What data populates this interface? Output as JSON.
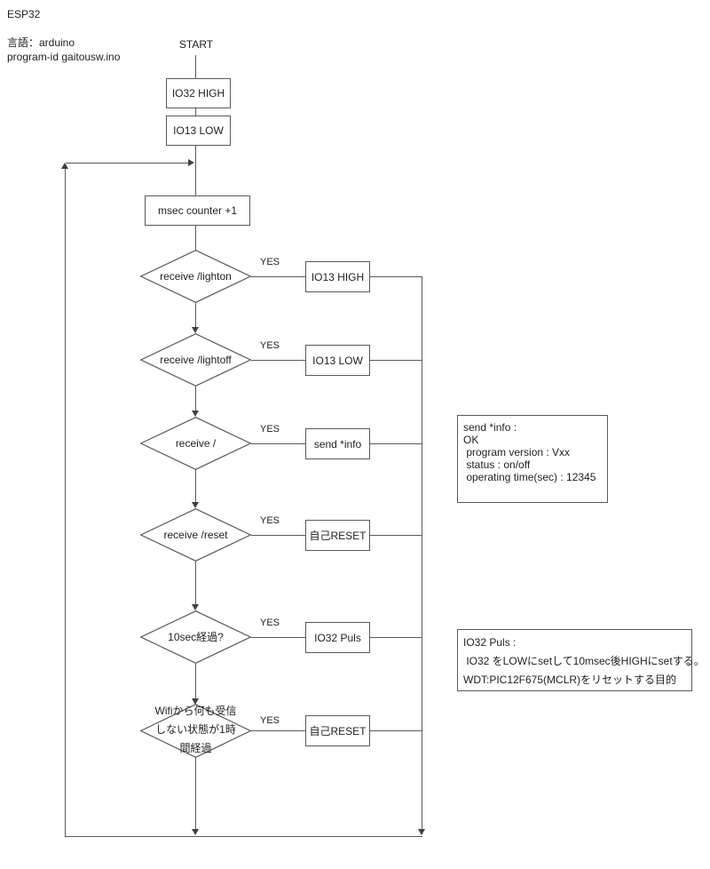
{
  "header": {
    "title": "ESP32",
    "language": "言語：arduino",
    "program_id": "program-id gaitousw.ino"
  },
  "flow": {
    "start_label": "START",
    "steps": {
      "io32_high": "IO32 HIGH",
      "io13_low": "IO13 LOW",
      "msec_counter": "msec counter +1"
    },
    "decisions": [
      {
        "condition": "receive /lighton",
        "yes_label": "YES",
        "action": "IO13 HIGH"
      },
      {
        "condition": "receive /lightoff",
        "yes_label": "YES",
        "action": "IO13 LOW"
      },
      {
        "condition": "receive /",
        "yes_label": "YES",
        "action": "send *info"
      },
      {
        "condition": "receive /reset",
        "yes_label": "YES",
        "action": "自己RESET"
      },
      {
        "condition": "10sec経過?",
        "yes_label": "YES",
        "action": "IO32 Puls"
      },
      {
        "condition_lines": [
          "Wifiから何も受信",
          "しない状態が1時",
          "間経過"
        ],
        "yes_label": "YES",
        "action": "自己RESET"
      }
    ]
  },
  "notes": {
    "send_info": {
      "lines": [
        "send *info :",
        "OK",
        " program version : Vxx",
        " status : on/off",
        " operating time(sec) : 12345"
      ]
    },
    "io32_puls": {
      "lines": [
        "IO32 Puls :",
        " IO32 をLOWにsetして10msec後HIGHにsetする。",
        "WDT:PIC12F675(MCLR)をリセットする目的"
      ]
    }
  },
  "colors": {
    "line": "#595959",
    "text": "#1f1f1f",
    "background": "#ffffff"
  }
}
